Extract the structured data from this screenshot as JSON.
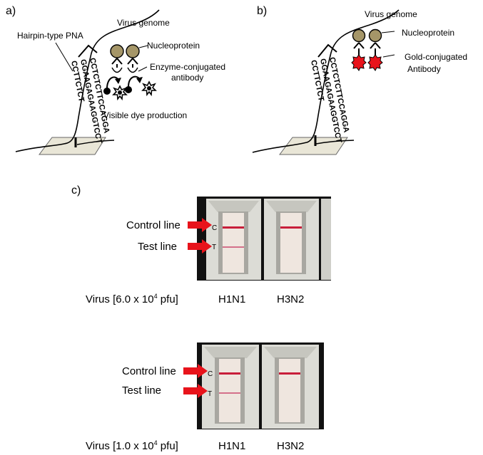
{
  "panel_a": {
    "label": "a)",
    "probe_label": "Hairpin-type PNA",
    "genome_label": "Virus genome",
    "nucleoprotein_label": "Nucleoprotein",
    "antibody_label_line1": "Enzyme-conjugated",
    "antibody_label_line2": "antibody",
    "dye_label": "Visible dye production",
    "seq_line1": "CCTCTCTTCCAGGA",
    "seq_line2": "GGAAGAGAAGGTCCT",
    "seq_line3": "CCTTCTCT"
  },
  "panel_b": {
    "label": "b)",
    "genome_label": "Virus genome",
    "nucleoprotein_label": "Nucleoprotein",
    "antibody_label_line1": "Gold-conjugated",
    "antibody_label_line2": "Antibody",
    "seq_line1": "CCTCTCTTCCAGGA",
    "seq_line2": "GGAAGAGAAGGTCCT",
    "seq_line3": "CCTTCTCT"
  },
  "panel_c": {
    "label": "c)",
    "strip_labels": [
      "H1N1",
      "H3N2"
    ],
    "strip_marks": [
      "C",
      "T"
    ],
    "tests": [
      {
        "control_label": "Control line",
        "test_label": "Test line",
        "virus_prefix": "Virus  [",
        "virus_mantissa": "6.0 x 10",
        "virus_exponent": "4",
        "virus_suffix": " pfu]"
      },
      {
        "control_label": "Control line",
        "test_label": "Test line",
        "virus_prefix": "Virus  [",
        "virus_mantissa": "1.0 x 10",
        "virus_exponent": "4",
        "virus_suffix": " pfu]"
      }
    ]
  },
  "colors": {
    "nucleoprotein": "#a59668",
    "gold_antibody": "#e8131b",
    "arrow": "#e8131b",
    "control_band": "#c81e3a",
    "test_band": "#d4708a",
    "card": "#e9e6d7"
  }
}
